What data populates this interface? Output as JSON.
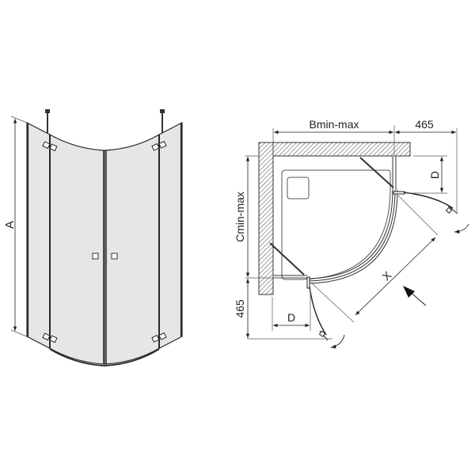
{
  "diagram": {
    "subject": "Quarter-round shower enclosure with double hinged doors",
    "colors": {
      "glass": "#e6e6e6",
      "line": "#2a2a2a",
      "thin_line": "#555555",
      "hatch": "#444444",
      "background": "#ffffff"
    },
    "front_view": {
      "dimension_labels": {
        "height": "A"
      }
    },
    "plan_view": {
      "dimension_labels": {
        "width": "Bmin-max",
        "depth": "Cmin-max",
        "top_offset": "465",
        "left_offset": "465",
        "door_right": "D",
        "door_bottom": "D",
        "diagonal": "X"
      }
    }
  }
}
